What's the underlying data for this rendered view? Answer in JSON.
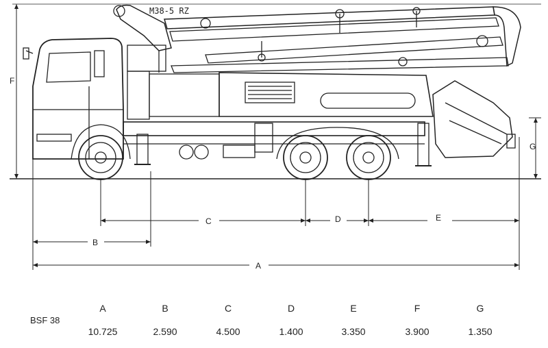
{
  "model_label": "M38-5 RZ",
  "dimension_letters": {
    "A": "A",
    "B": "B",
    "C": "C",
    "D": "D",
    "E": "E",
    "F": "F",
    "G": "G"
  },
  "table": {
    "row_label": "BSF 38",
    "headers": [
      "A",
      "B",
      "C",
      "D",
      "E",
      "F",
      "G"
    ],
    "values": [
      "10.725",
      "2.590",
      "4.500",
      "1.400",
      "3.350",
      "3.900",
      "1.350"
    ]
  }
}
